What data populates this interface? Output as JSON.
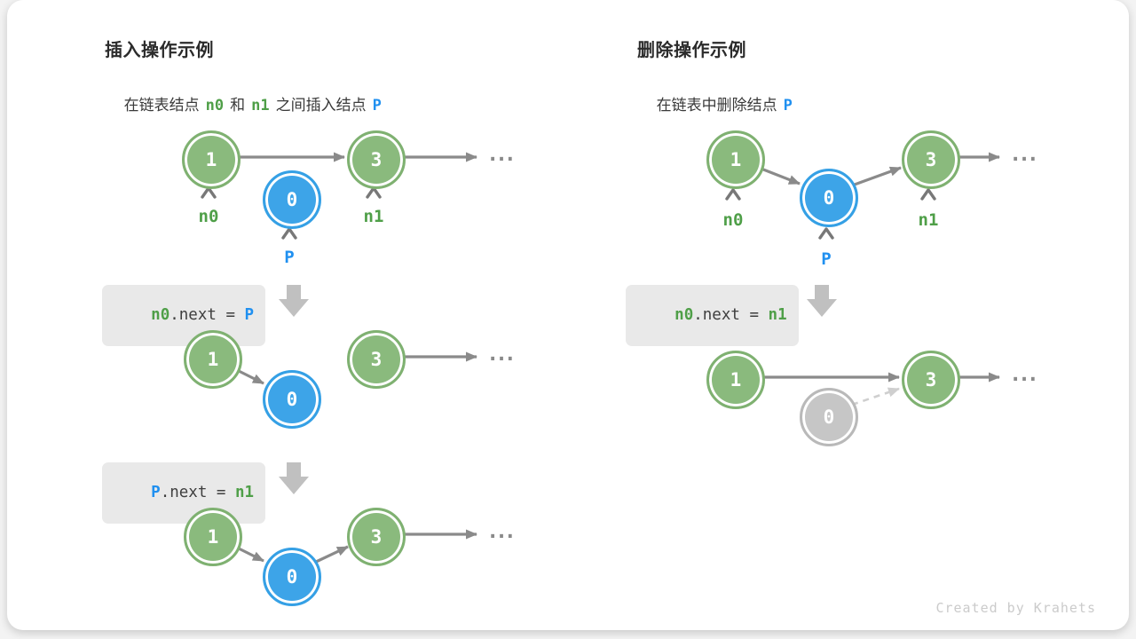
{
  "insert_section": {
    "title": "插入操作示例",
    "subtitle": {
      "part1": "在链表结点",
      "n0": "n0",
      "part2": "和",
      "n1": "n1",
      "part3": "之间插入结点",
      "p": "P"
    },
    "code_step1": {
      "lhs": "n0",
      "mid": ".next = ",
      "rhs": "P"
    },
    "code_step2": {
      "lhs": "P",
      "mid": ".next = ",
      "rhs": "n1"
    }
  },
  "delete_section": {
    "title": "删除操作示例",
    "subtitle": {
      "part1": "在链表中删除结点",
      "p": "P"
    },
    "code_step1": {
      "lhs": "n0",
      "mid": ".next = ",
      "rhs": "n1"
    }
  },
  "node_values": {
    "one": "1",
    "three": "3",
    "zero": "0"
  },
  "pointer_labels": {
    "n0": "n0",
    "n1": "n1",
    "p": "P"
  },
  "ellipsis": "...",
  "footer": {
    "credit": "Created by Krahets"
  },
  "colors": {
    "node_green_fill": "#8aba7d",
    "node_blue_fill": "#3da4e8",
    "node_gray_fill": "#c6c6c6",
    "label_green": "#4f9f48",
    "label_blue": "#2090f0",
    "arrow_gray": "#8a8a8a",
    "dashed_gray": "#cfcfcf",
    "block_arrow_gray": "#c0c0c0",
    "code_box_bg": "#e9e9e9"
  },
  "icons": {
    "pointer_caret": "chevron-up",
    "step_arrow": "block-arrow-down",
    "list_continues": "three-dots-ellipsis"
  }
}
